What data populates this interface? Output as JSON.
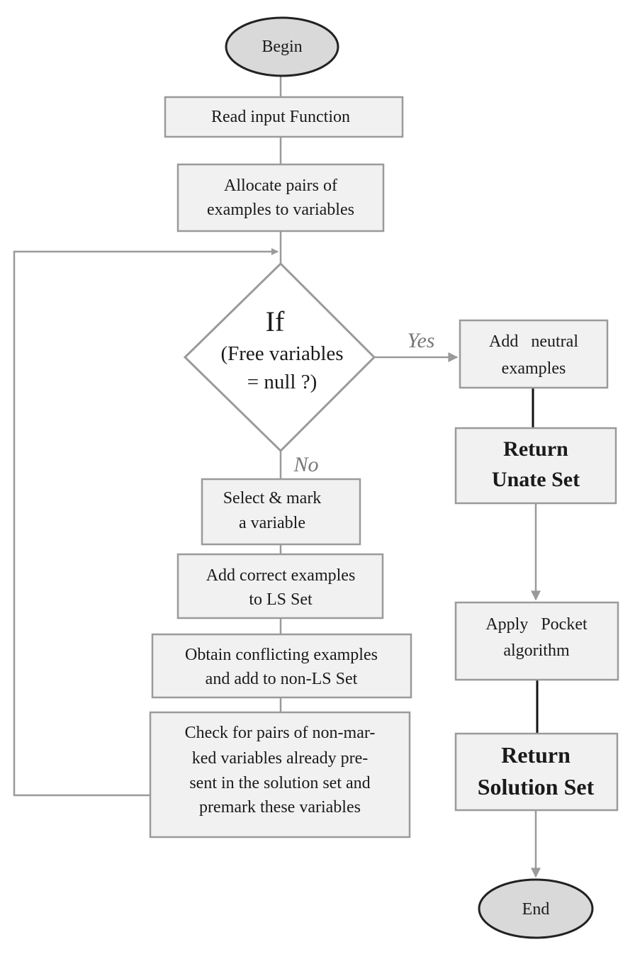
{
  "diagram": {
    "nodes": {
      "begin": {
        "lines": [
          "Begin"
        ]
      },
      "read": {
        "lines": [
          "Read input Function"
        ]
      },
      "allocate": {
        "lines": [
          "Allocate pairs of",
          "examples to variables"
        ]
      },
      "decision": {
        "lines": [
          "If",
          "(Free variables",
          "= null ?)"
        ]
      },
      "select": {
        "lines": [
          "Select & mark",
          "a variable"
        ]
      },
      "add_correct": {
        "lines": [
          "Add correct examples",
          "to LS  Set"
        ]
      },
      "obtain": {
        "lines": [
          "Obtain conflicting examples",
          "and add to non-LS Set"
        ]
      },
      "check": {
        "lines": [
          "Check for pairs of non-mar-",
          "ked variables already pre-",
          "sent in the solution  set and",
          "premark these variables"
        ]
      },
      "add_neutral": {
        "lines": [
          "Add   neutral",
          "examples"
        ]
      },
      "return_unate": {
        "lines": [
          "Return",
          "Unate Set"
        ]
      },
      "apply_pocket": {
        "lines": [
          "Apply   Pocket",
          "algorithm"
        ]
      },
      "return_solution": {
        "lines": [
          "Return",
          "Solution Set"
        ]
      },
      "end": {
        "lines": [
          "End"
        ]
      }
    },
    "edge_labels": {
      "yes": "Yes",
      "no": "No"
    },
    "colors": {
      "box_fill": "#f1f1f1",
      "box_stroke": "#9a9a9a",
      "terminal_fill": "#d9d9d9",
      "terminal_stroke": "#222222",
      "connector": "#9a9a9a",
      "connector_dark": "#111111",
      "text": "#1a1a1a",
      "edge_label": "#777777"
    }
  }
}
